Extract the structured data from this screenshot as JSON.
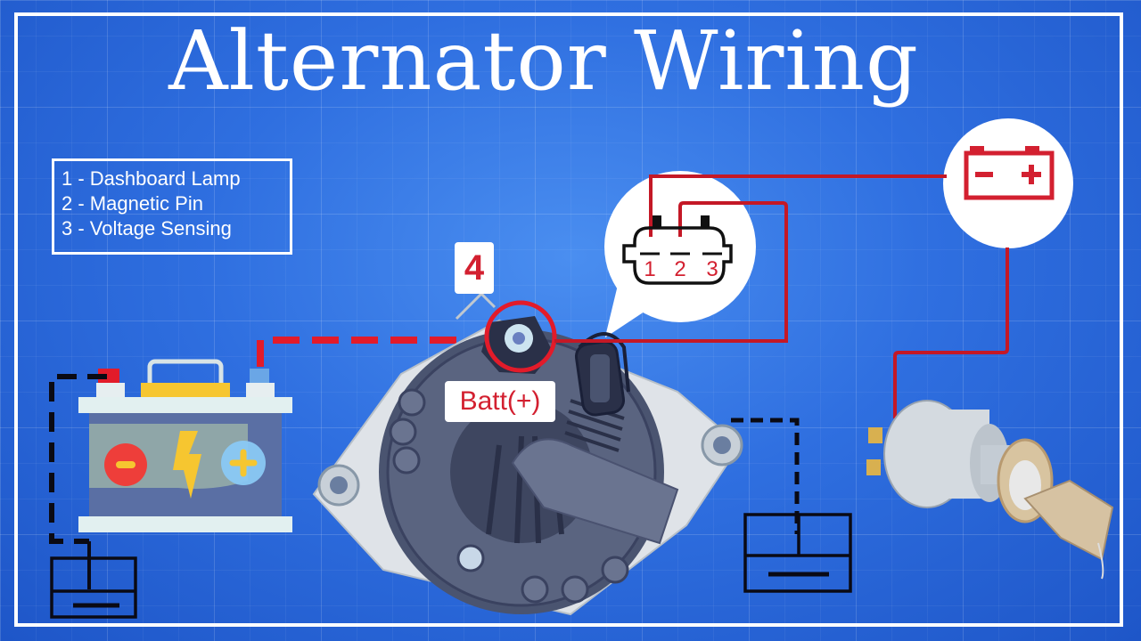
{
  "title": "Alternator Wiring",
  "legend": {
    "items": [
      {
        "label": "1 - Dashboard Lamp"
      },
      {
        "label": "2 - Magnetic Pin"
      },
      {
        "label": "3 - Voltage Sensing"
      }
    ]
  },
  "connector": {
    "pins": [
      "1",
      "2",
      "3"
    ]
  },
  "labels": {
    "terminal_number": "4",
    "batt_terminal": "Batt(+)"
  },
  "battery_icon": {
    "minus": "−",
    "plus": "+"
  },
  "components": [
    "battery",
    "alternator",
    "connector-plug",
    "warning-lamp-battery-icon",
    "ignition-switch",
    "ground-symbol-left",
    "ground-symbol-right"
  ],
  "colors": {
    "background": "#2f6fe0",
    "wire_red": "#d32030",
    "wire_black": "#0a0a14",
    "label_red": "#d32030",
    "white": "#ffffff"
  }
}
